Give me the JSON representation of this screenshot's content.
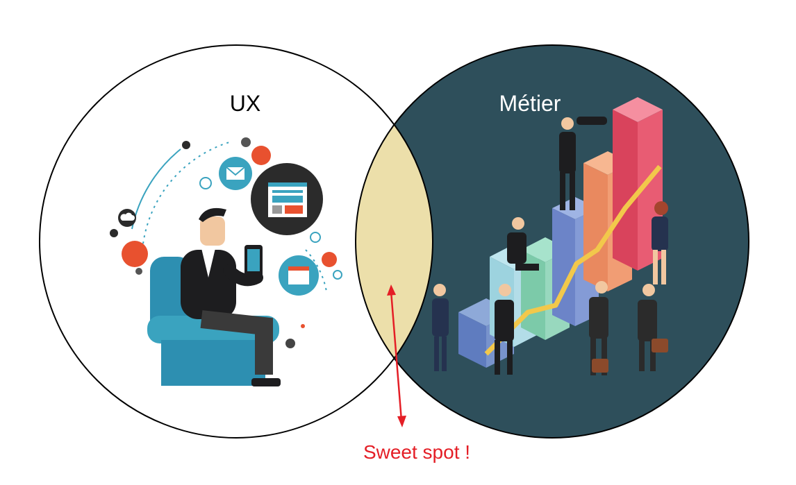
{
  "diagram": {
    "left_circle_label": "UX",
    "right_circle_label": "Métier",
    "annotation": "Sweet spot !"
  },
  "colors": {
    "right_circle_fill": "#2e4f5b",
    "overlap_fill": "#ecdfaa",
    "annotation": "#e41e26",
    "outline": "#000000"
  },
  "illustrations": {
    "left": "man-on-phone-in-armchair-icon",
    "right": "business-team-bar-chart-icon"
  }
}
